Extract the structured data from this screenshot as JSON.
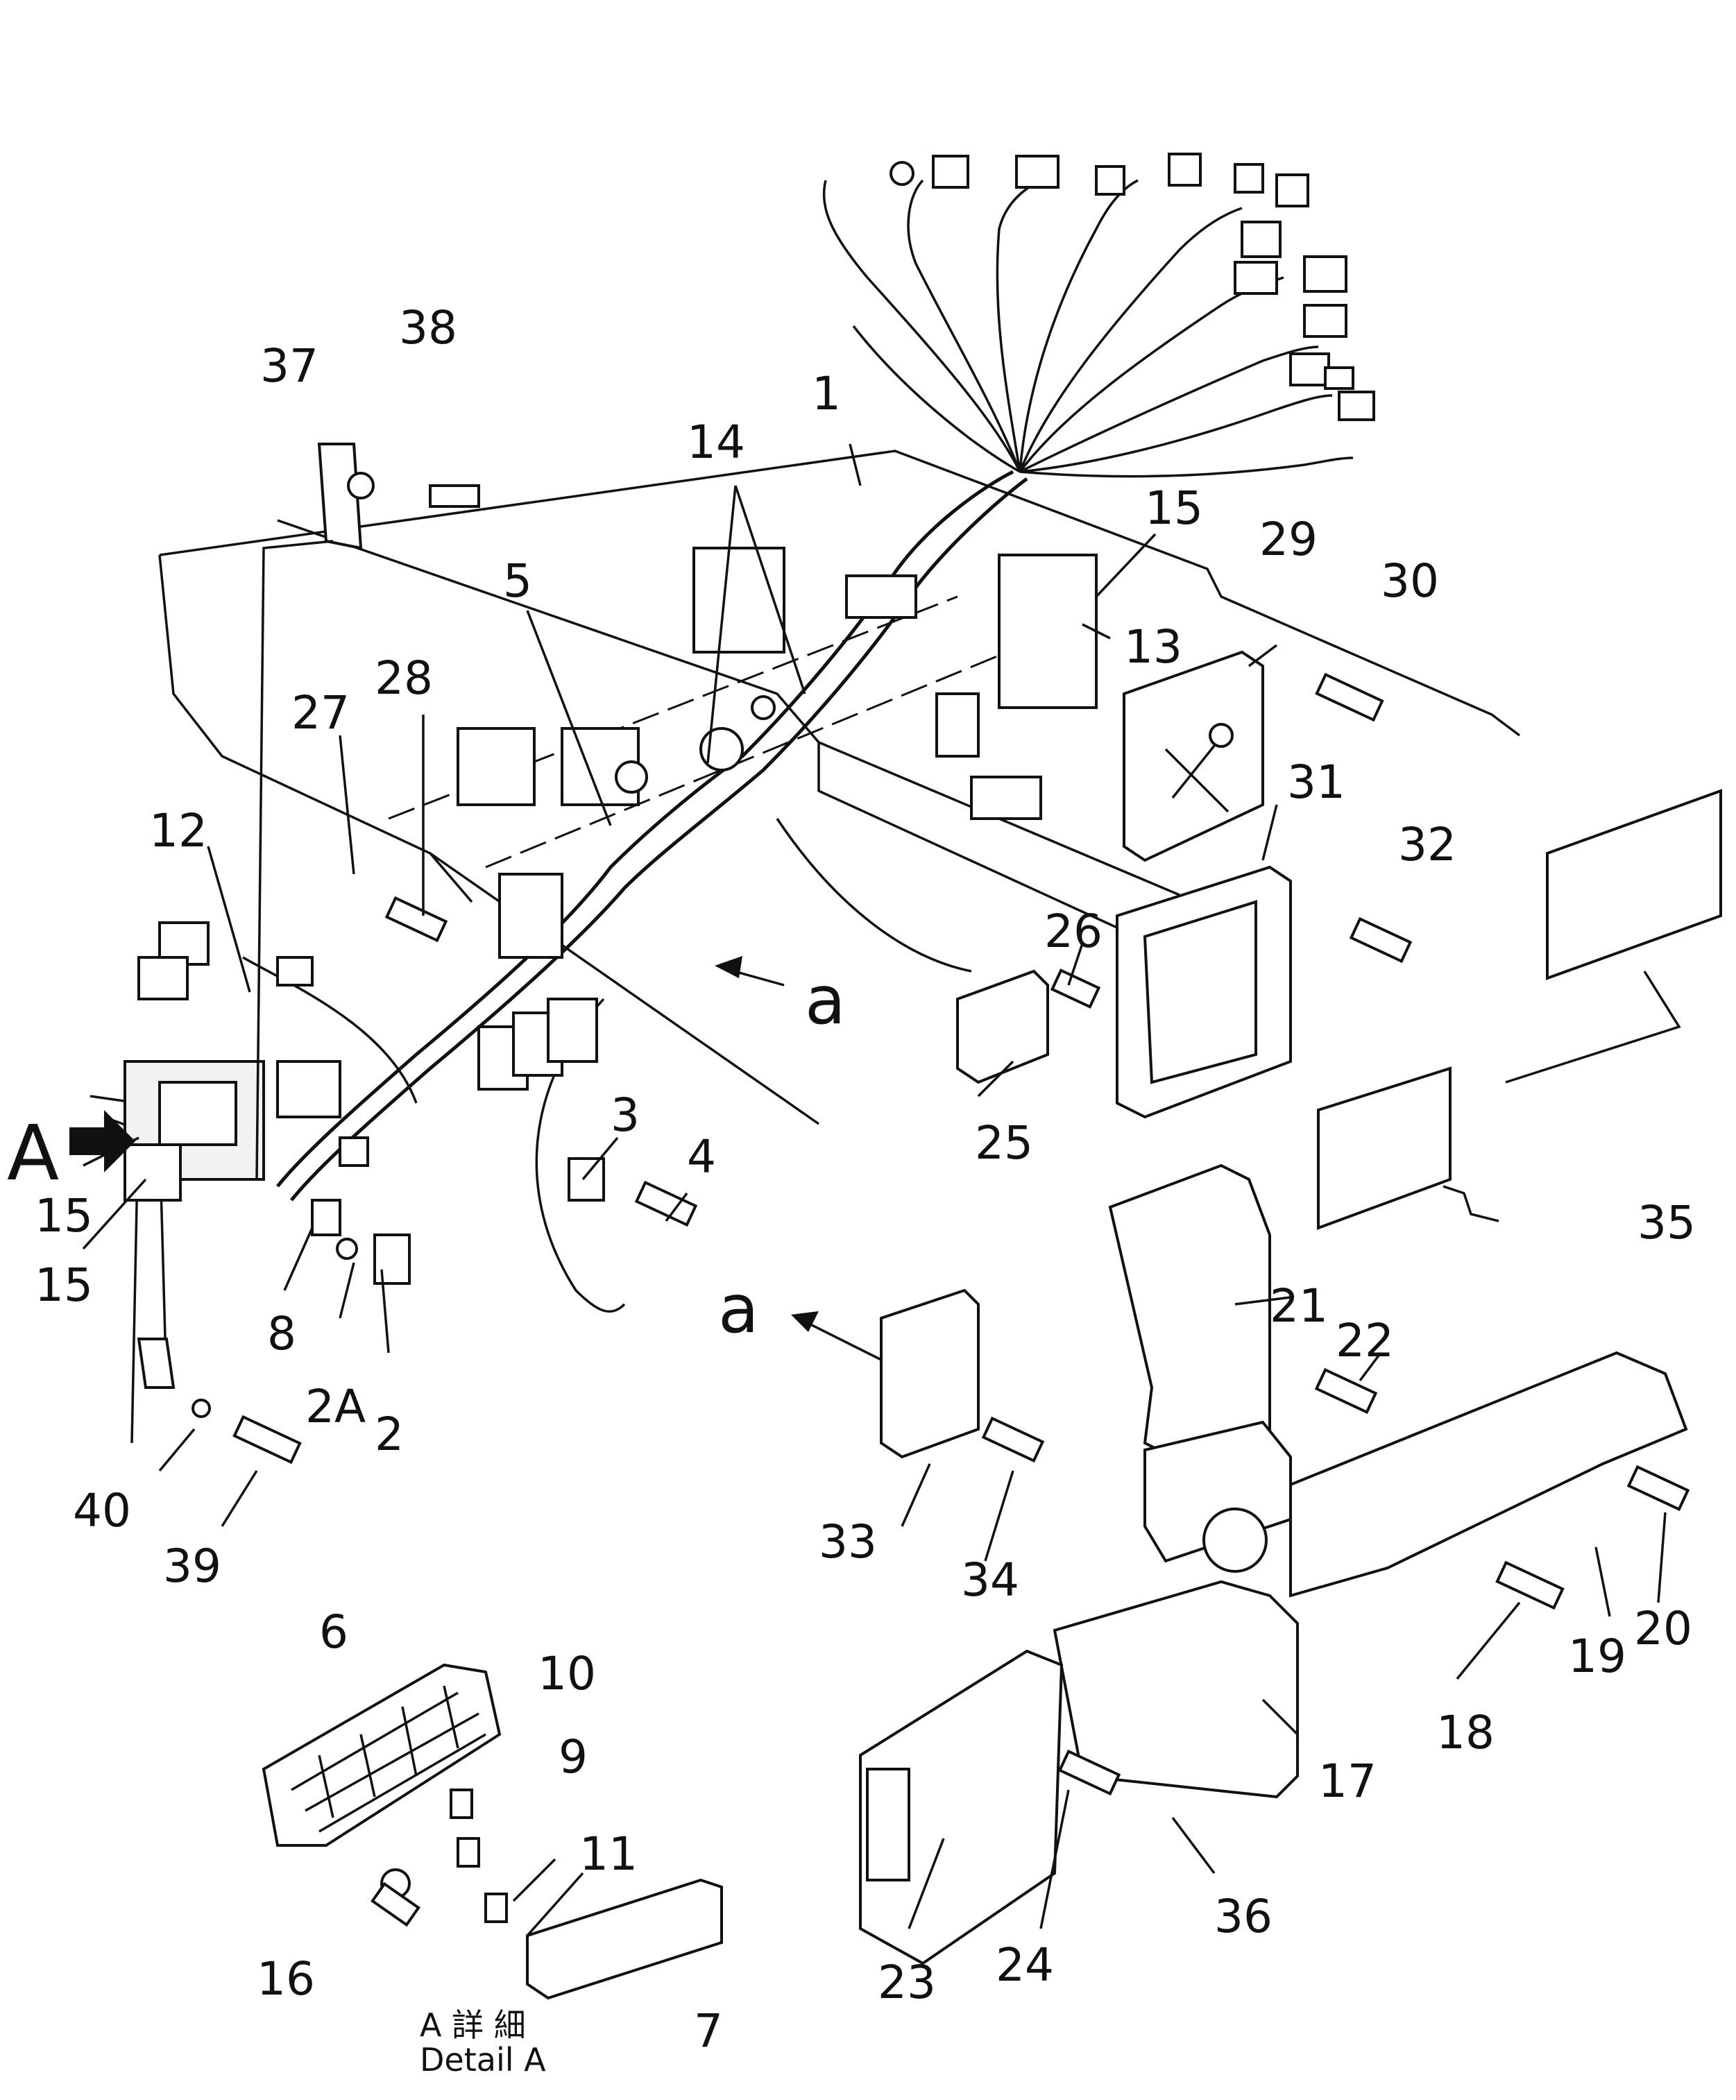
{
  "labels": {
    "p1": "1",
    "p2": "2",
    "p2A": "2A",
    "p3": "3",
    "p4": "4",
    "p5": "5",
    "p6": "6",
    "p7": "7",
    "p8": "8",
    "p9": "9",
    "p10": "10",
    "p11": "11",
    "p12": "12",
    "p13": "13",
    "p14": "14",
    "p15a": "15",
    "p15b": "15",
    "p15c": "15",
    "p16": "16",
    "p17": "17",
    "p18": "18",
    "p19": "19",
    "p20": "20",
    "p21": "21",
    "p22": "22",
    "p23": "23",
    "p24": "24",
    "p25": "25",
    "p26": "26",
    "p27": "27",
    "p28": "28",
    "p29": "29",
    "p30": "30",
    "p31": "31",
    "p32": "32",
    "p33": "33",
    "p34": "34",
    "p35": "35",
    "p36": "36",
    "p37": "37",
    "p38": "38",
    "p39": "39",
    "p40": "40",
    "view_A": "A",
    "arrow_a1": "a",
    "arrow_a2": "a"
  },
  "caption": {
    "line1": "A 詳 細",
    "line2": "Detail A"
  }
}
